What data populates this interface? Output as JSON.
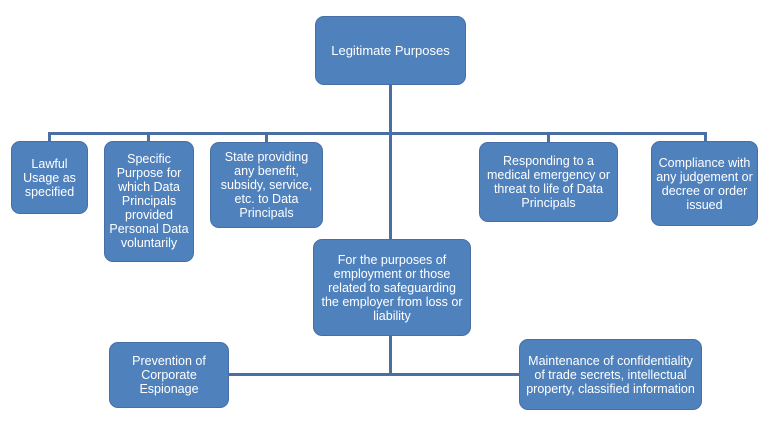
{
  "diagram": {
    "title": "Legitimate Purposes",
    "colors": {
      "box_fill": "#4F81BD",
      "connector": "#4A6FA5",
      "text": "#FFFFFF",
      "background": "#FFFFFF"
    },
    "root": {
      "label": "Legitimate Purposes"
    },
    "children": [
      {
        "id": "lawful-usage",
        "label": "Lawful Usage as specified"
      },
      {
        "id": "specific-purpose",
        "label": "Specific Purpose for which Data Principals provided Personal Data voluntarily"
      },
      {
        "id": "state-benefit",
        "label": "State providing any benefit, subsidy, service, etc. to Data Principals"
      },
      {
        "id": "employment",
        "label": "For the purposes of employment or those related to safeguarding the employer from loss or liability"
      },
      {
        "id": "medical-emergency",
        "label": "Responding to a medical emergency or threat to life of Data Principals"
      },
      {
        "id": "compliance",
        "label": "Compliance with any judgement or decree or order issued"
      }
    ],
    "employment_children": [
      {
        "id": "corporate-espionage",
        "label": "Prevention of Corporate Espionage"
      },
      {
        "id": "confidentiality",
        "label": "Maintenance of confidentiality of trade secrets, intellectual property, classified information"
      }
    ]
  }
}
